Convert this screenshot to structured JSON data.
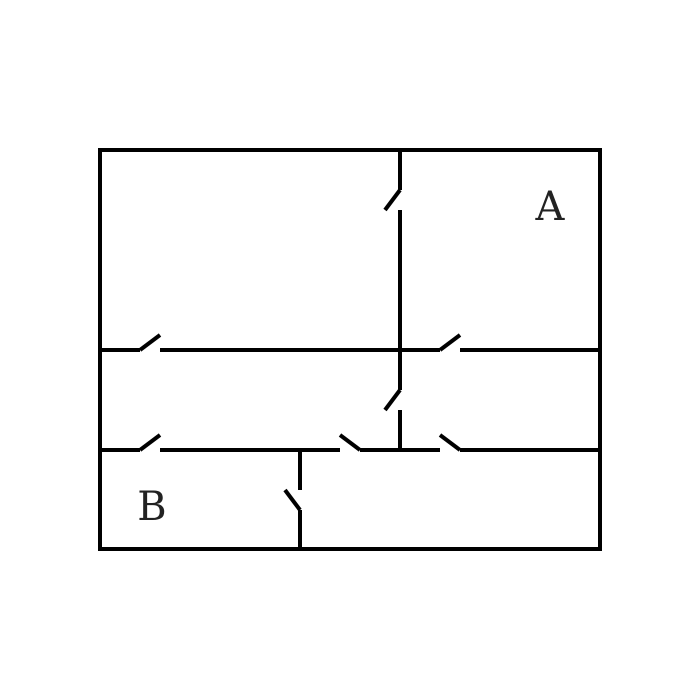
{
  "diagram": {
    "type": "floor-plan",
    "rooms": [
      {
        "id": "room-a",
        "label": "A"
      },
      {
        "id": "room-b",
        "label": "B"
      }
    ],
    "line_color": "#000000",
    "label_color": "#222222"
  }
}
